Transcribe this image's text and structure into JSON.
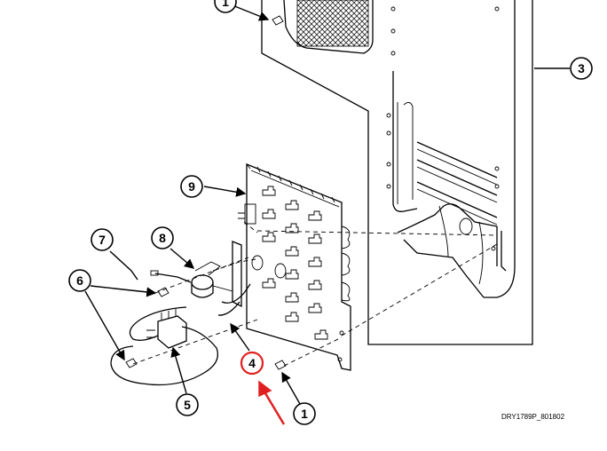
{
  "callouts": [
    {
      "label": "1"
    },
    {
      "label": "3"
    },
    {
      "label": "9"
    },
    {
      "label": "7"
    },
    {
      "label": "8"
    },
    {
      "label": "6"
    },
    {
      "label": "4"
    },
    {
      "label": "5"
    },
    {
      "label": "1"
    }
  ],
  "highlight": {
    "callout_label": "4",
    "color": "#e02020"
  },
  "drawing_code": "DRY1789P_801802"
}
